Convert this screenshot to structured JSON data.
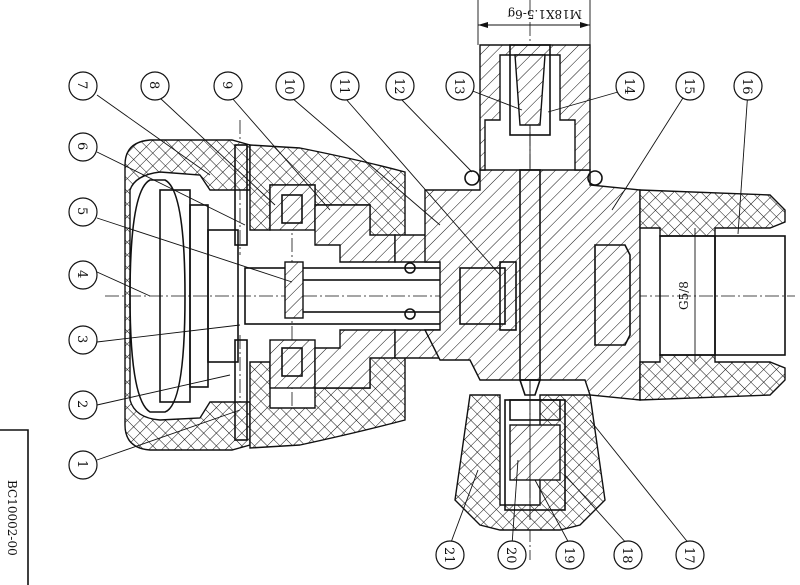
{
  "drawing": {
    "code": "BC10002-00",
    "dimension_thread": "M18X1.5-6g",
    "dimension_pipe": "G5/8"
  },
  "balloons": [
    {
      "id": 1,
      "label": "1"
    },
    {
      "id": 2,
      "label": "2"
    },
    {
      "id": 3,
      "label": "3"
    },
    {
      "id": 4,
      "label": "4"
    },
    {
      "id": 5,
      "label": "5"
    },
    {
      "id": 6,
      "label": "6"
    },
    {
      "id": 7,
      "label": "7"
    },
    {
      "id": 8,
      "label": "8"
    },
    {
      "id": 9,
      "label": "9"
    },
    {
      "id": 10,
      "label": "10"
    },
    {
      "id": 11,
      "label": "11"
    },
    {
      "id": 12,
      "label": "12"
    },
    {
      "id": 13,
      "label": "13"
    },
    {
      "id": 14,
      "label": "14"
    },
    {
      "id": 15,
      "label": "15"
    },
    {
      "id": 16,
      "label": "16"
    },
    {
      "id": 17,
      "label": "17"
    },
    {
      "id": 18,
      "label": "18"
    },
    {
      "id": 19,
      "label": "19"
    },
    {
      "id": 20,
      "label": "20"
    },
    {
      "id": 21,
      "label": "21"
    }
  ]
}
